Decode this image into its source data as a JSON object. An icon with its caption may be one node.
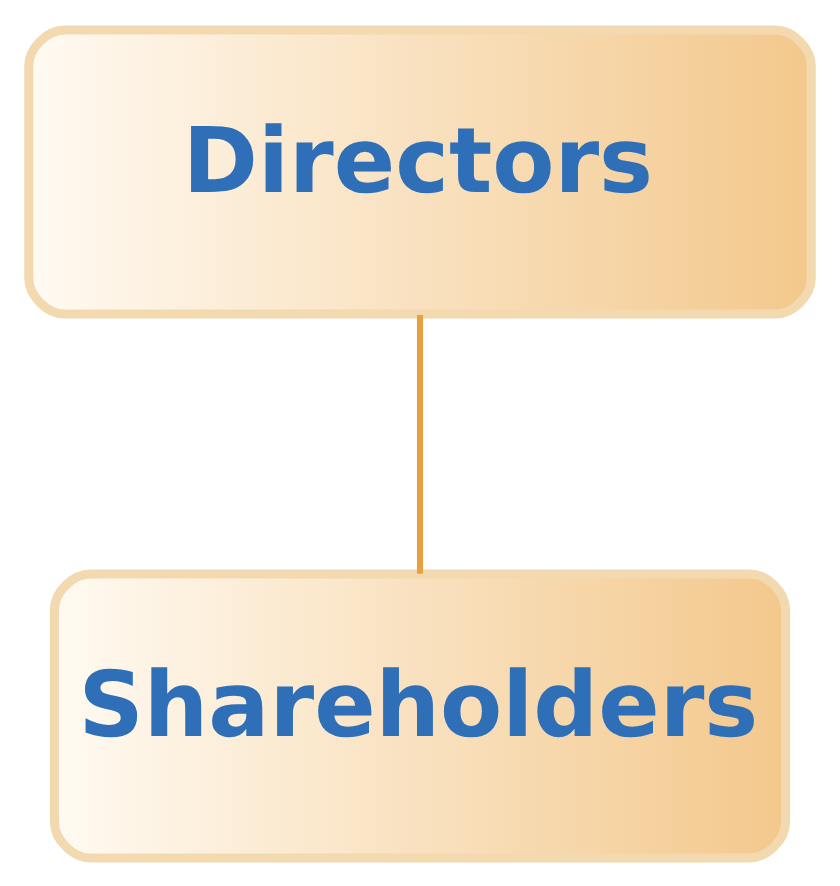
{
  "diagram": {
    "nodes": [
      {
        "text": [
          "Directors"
        ]
      },
      {
        "text": [
          "Shareholders"
        ]
      }
    ],
    "edges": [
      {
        "from": 0,
        "to": 1,
        "arrow": "none"
      }
    ]
  }
}
